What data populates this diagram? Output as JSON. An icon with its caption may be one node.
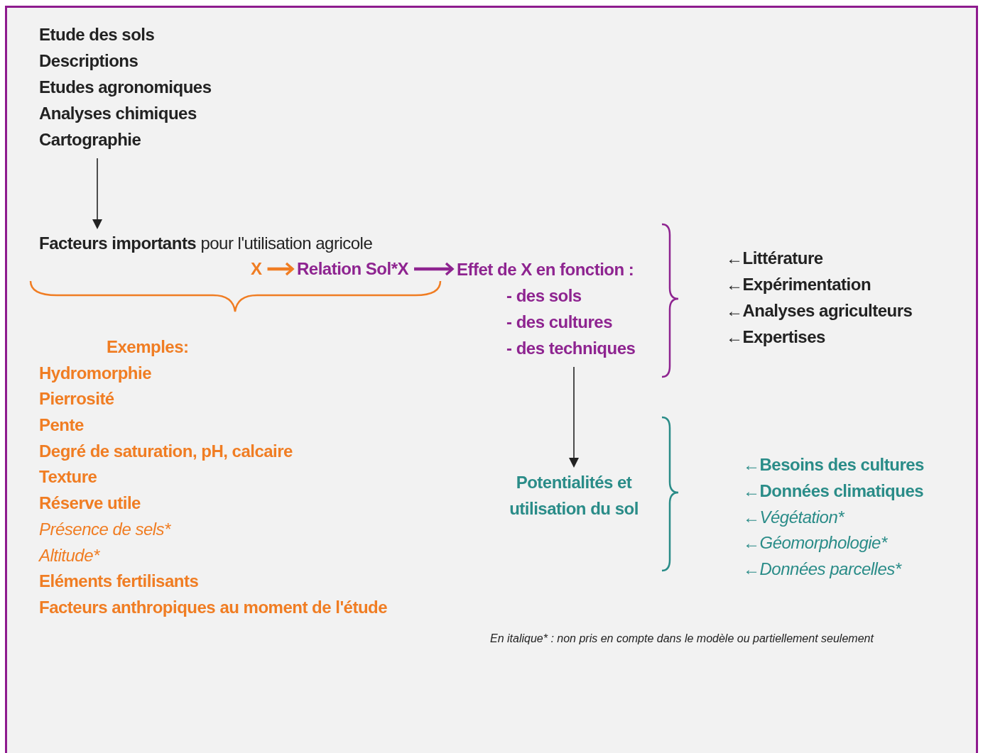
{
  "diagram": {
    "nodes": [
      {
        "text": [
          "Etude des sols",
          "Descriptions",
          "Etudes agronomiques",
          "Analyses chimiques",
          "Cartographie"
        ]
      },
      {
        "text": [
          "**Facteurs importants** pour l'utilisation agricole"
        ]
      },
      {
        "text": [
          "X"
        ]
      },
      {
        "text": [
          "Relation Sol*X"
        ]
      },
      {
        "text": [
          "Effet de X en fonction :",
          "- des sols",
          "- des cultures",
          "- des techniques"
        ]
      },
      {
        "text": [
          "←Littérature",
          "←Expérimentation",
          "←Analyses agriculteurs",
          "←Expertises"
        ]
      },
      {
        "text": [
          "Exemples:",
          "Hydromorphie",
          "Pierrosité",
          "Pente",
          "Degré de saturation, pH, calcaire",
          "Texture",
          "Réserve utile",
          "Présence de sels*",
          "Altitude*",
          "Eléments fertilisants",
          "Facteurs anthropiques au moment de l'étude"
        ]
      },
      {
        "text": [
          "Potentialités et utilisation du sol"
        ]
      },
      {
        "text": [
          "←Besoins des cultures",
          "←Données climatiques",
          "←Végétation*",
          "←Géomorphologie*",
          "←Données parcelles*"
        ]
      }
    ],
    "edges": [
      {
        "from": 0,
        "to": 1,
        "arrow": "to"
      },
      {
        "from": 2,
        "to": 3,
        "arrow": "to",
        "style": "thick",
        "color": "#f07d23"
      },
      {
        "from": 3,
        "to": 4,
        "arrow": "to",
        "style": "thick",
        "color": "#8e2490"
      },
      {
        "from": 4,
        "to": 7,
        "arrow": "to"
      }
    ],
    "labels": [
      "En italique* : non pris en compte dans le modèle ou partiellement seulement"
    ]
  }
}
